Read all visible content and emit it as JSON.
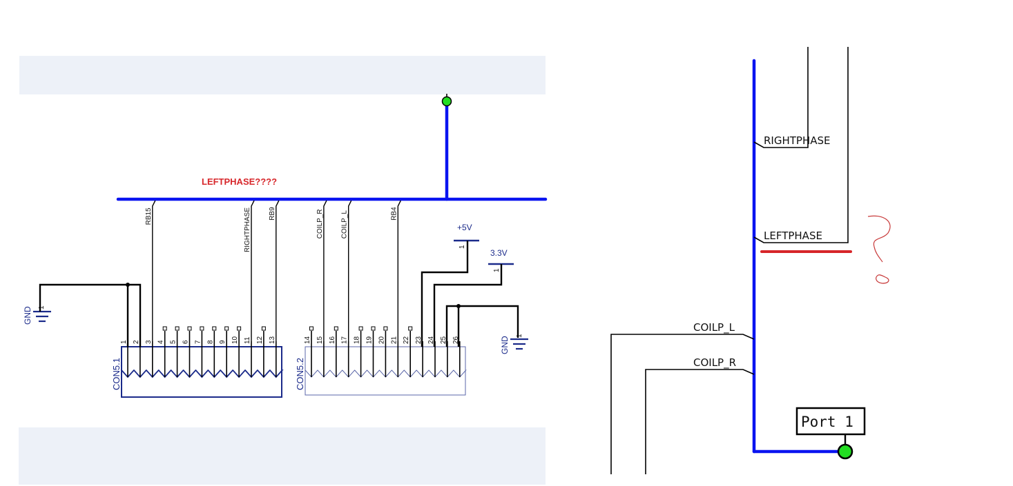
{
  "left_panel": {
    "annotation": "LEFTPHASE????",
    "net_labels": [
      {
        "id": "rb15",
        "text": "RB15",
        "pin": 3
      },
      {
        "id": "rightphase",
        "text": "RIGHTPHASE",
        "pin": 11
      },
      {
        "id": "rb9",
        "text": "RB9",
        "pin": 13
      },
      {
        "id": "coilp_r",
        "text": "COILP_R",
        "pin": 15
      },
      {
        "id": "coilp_l",
        "text": "COILP_L",
        "pin": 17
      },
      {
        "id": "rb4",
        "text": "RB4",
        "pin": 21
      }
    ],
    "power": {
      "p5v": {
        "label": "+5V",
        "pin": "1"
      },
      "p3v3": {
        "label": "3.3V",
        "pin": "1"
      },
      "gnd_left": {
        "label": "GND",
        "pin": "1"
      },
      "gnd_right": {
        "label": "GND",
        "pin": "1"
      }
    },
    "connectors": [
      {
        "ref": "CON5.1",
        "pins": [
          "1",
          "2",
          "3",
          "4",
          "5",
          "6",
          "7",
          "8",
          "9",
          "10",
          "11",
          "12",
          "13"
        ]
      },
      {
        "ref": "CON5.2",
        "pins": [
          "14",
          "15",
          "16",
          "17",
          "18",
          "19",
          "20",
          "21",
          "22",
          "23",
          "24",
          "25",
          "26"
        ]
      }
    ],
    "unconnected_pins": [
      "4",
      "5",
      "6",
      "7",
      "8",
      "9",
      "10",
      "12",
      "14",
      "16",
      "18",
      "19",
      "20",
      "22"
    ]
  },
  "right_panel": {
    "net_labels": [
      "RIGHTPHASE",
      "LEFTPHASE",
      "COILP_L",
      "COILP_R"
    ],
    "port_label": "Port 1",
    "handwritten_mark": "?"
  },
  "colors": {
    "bus": "#0a14f0",
    "annotation": "#d7262a",
    "port_dot": "#22dd22",
    "symbol": "#1a2a8a",
    "band": "#edf1f8"
  }
}
